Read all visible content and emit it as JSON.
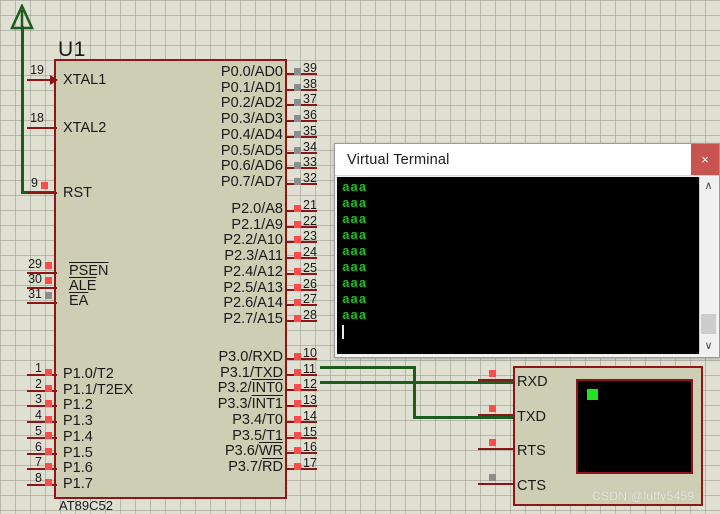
{
  "app": {
    "kind": "proteus-schematic-simulation",
    "watermark": "CSDN @luffy5459"
  },
  "schematic": {
    "mcu": {
      "ref": "U1",
      "device": "AT89C52",
      "left_pins": [
        {
          "num": "19",
          "label": "XTAL1",
          "state": "none",
          "overline": false
        },
        {
          "num": "18",
          "label": "XTAL2",
          "state": "none",
          "overline": false
        },
        {
          "num": "9",
          "label": "RST",
          "state": "high",
          "overline": false
        },
        {
          "num": "29",
          "label": "PSEN",
          "state": "high",
          "overline": true
        },
        {
          "num": "30",
          "label": "ALE",
          "state": "high",
          "overline": true
        },
        {
          "num": "31",
          "label": "EA",
          "state": "low",
          "overline": true
        },
        {
          "num": "1",
          "label": "P1.0/T2",
          "state": "high",
          "overline": false
        },
        {
          "num": "2",
          "label": "P1.1/T2EX",
          "state": "high",
          "overline": false
        },
        {
          "num": "3",
          "label": "P1.2",
          "state": "high",
          "overline": false
        },
        {
          "num": "4",
          "label": "P1.3",
          "state": "high",
          "overline": false
        },
        {
          "num": "5",
          "label": "P1.4",
          "state": "high",
          "overline": false
        },
        {
          "num": "6",
          "label": "P1.5",
          "state": "high",
          "overline": false
        },
        {
          "num": "7",
          "label": "P1.6",
          "state": "high",
          "overline": false
        },
        {
          "num": "8",
          "label": "P1.7",
          "state": "high",
          "overline": false
        }
      ],
      "right_pins": [
        {
          "num": "39",
          "label": "P0.0/AD0",
          "state": "low"
        },
        {
          "num": "38",
          "label": "P0.1/AD1",
          "state": "low"
        },
        {
          "num": "37",
          "label": "P0.2/AD2",
          "state": "low"
        },
        {
          "num": "36",
          "label": "P0.3/AD3",
          "state": "low"
        },
        {
          "num": "35",
          "label": "P0.4/AD4",
          "state": "low"
        },
        {
          "num": "34",
          "label": "P0.5/AD5",
          "state": "low"
        },
        {
          "num": "33",
          "label": "P0.6/AD6",
          "state": "low"
        },
        {
          "num": "32",
          "label": "P0.7/AD7",
          "state": "low"
        },
        {
          "num": "21",
          "label": "P2.0/A8",
          "state": "high"
        },
        {
          "num": "22",
          "label": "P2.1/A9",
          "state": "high"
        },
        {
          "num": "23",
          "label": "P2.2/A10",
          "state": "high"
        },
        {
          "num": "24",
          "label": "P2.3/A11",
          "state": "high"
        },
        {
          "num": "25",
          "label": "P2.4/A12",
          "state": "high"
        },
        {
          "num": "26",
          "label": "P2.5/A13",
          "state": "high"
        },
        {
          "num": "27",
          "label": "P2.6/A14",
          "state": "high"
        },
        {
          "num": "28",
          "label": "P2.7/A15",
          "state": "high"
        },
        {
          "num": "10",
          "label": "P3.0/RXD",
          "state": "high"
        },
        {
          "num": "11",
          "label": "P3.1/TXD",
          "state": "high"
        },
        {
          "num": "12",
          "label": "P3.2/INT0",
          "state": "high"
        },
        {
          "num": "13",
          "label": "P3.3/INT1",
          "state": "high"
        },
        {
          "num": "14",
          "label": "P3.4/T0",
          "state": "high"
        },
        {
          "num": "15",
          "label": "P3.5/T1",
          "state": "high"
        },
        {
          "num": "16",
          "label": "P3.6/WR",
          "state": "high"
        },
        {
          "num": "17",
          "label": "P3.7/RD",
          "state": "high"
        }
      ]
    },
    "compim": {
      "pins": [
        {
          "label": "RXD",
          "state": "high"
        },
        {
          "label": "TXD",
          "state": "high"
        },
        {
          "label": "RTS",
          "state": "high"
        },
        {
          "label": "CTS",
          "state": "low"
        }
      ],
      "led_state": "on"
    },
    "colors": {
      "background": "#dfe0d1",
      "grid": "#96988c",
      "body_fill": "#cdceb4",
      "body_outline": "#8e1616",
      "wire_red": "#8e1616",
      "wire_green": "#1d5c1d",
      "logic_high": "#fb4c4c",
      "logic_low": "#8d8d8d"
    }
  },
  "virtual_terminal": {
    "title": "Virtual Terminal",
    "close_label": "×",
    "lines": [
      "aaa",
      "aaa",
      "aaa",
      "aaa",
      "aaa",
      "aaa",
      "aaa",
      "aaa",
      "aaa"
    ],
    "scroll_up_glyph": "∧",
    "scroll_down_glyph": "∨",
    "text_color": "#18c418",
    "background_color": "#000000"
  }
}
